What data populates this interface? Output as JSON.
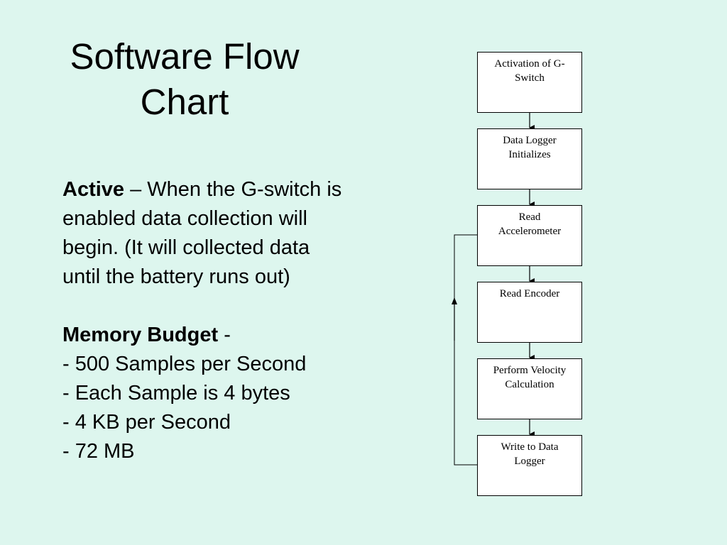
{
  "title": {
    "line1": "Software Flow",
    "line2": "Chart"
  },
  "body": {
    "active_label": "Active",
    "active_text": " – When the G-switch is",
    "active_lines": [
      "enabled data collection will",
      "begin. (It will collected data",
      "until the battery runs out)"
    ],
    "memory_label": "Memory Budget",
    "memory_suffix": " -",
    "memory_items": [
      "- 500 Samples per Second",
      "- Each Sample is 4 bytes",
      "- 4 KB per Second",
      "- 72 MB"
    ]
  },
  "flowchart": {
    "steps": [
      {
        "line1": "Activation of G-",
        "line2": "Switch"
      },
      {
        "line1": "Data Logger",
        "line2": "Initializes"
      },
      {
        "line1": "Read",
        "line2": "Accelerometer"
      },
      {
        "line1": "Read Encoder",
        "line2": ""
      },
      {
        "line1": "Perform Velocity",
        "line2": "Calculation"
      },
      {
        "line1": "Write to Data",
        "line2": "Logger"
      }
    ]
  }
}
